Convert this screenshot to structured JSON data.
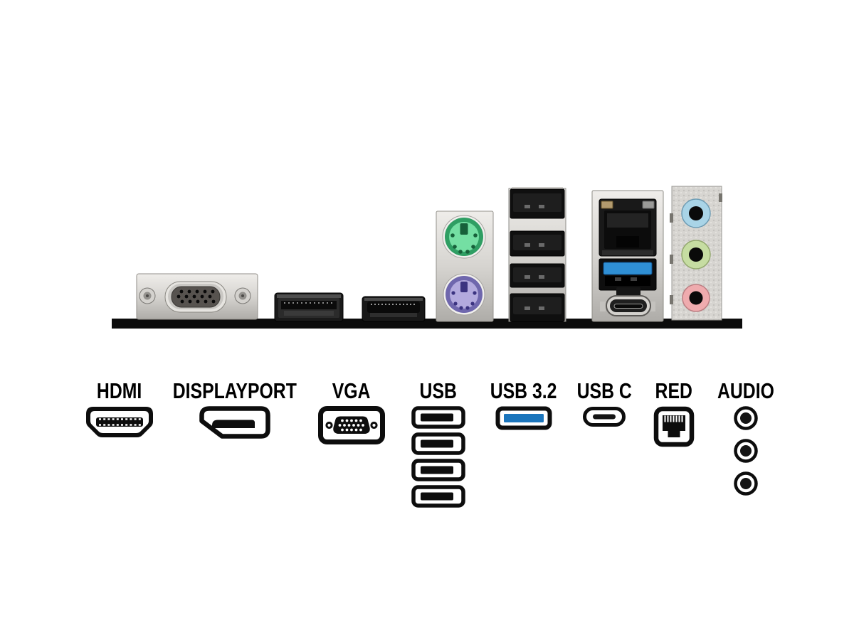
{
  "ports": [
    {
      "label": "HDMI",
      "icon": "hdmi-icon"
    },
    {
      "label": "DISPLAYPORT",
      "icon": "displayport-icon"
    },
    {
      "label": "VGA",
      "icon": "vga-icon"
    },
    {
      "label": "USB",
      "icon": "usb-icon"
    },
    {
      "label": "USB 3.2",
      "icon": "usb32-icon"
    },
    {
      "label": "USB C",
      "icon": "usbc-icon"
    },
    {
      "label": "RED",
      "icon": "rj45-icon"
    },
    {
      "label": "AUDIO",
      "icon": "audio-jacks-icon"
    }
  ],
  "photo": {
    "connectors": [
      "vga-dsub-15",
      "displayport",
      "hdmi",
      "ps2-keyboard-mouse-dual",
      "usb-type-a-stack-4",
      "ethernet-rj45",
      "usb-3-type-a",
      "usb-type-c",
      "audio-jacks-3"
    ]
  },
  "colors": {
    "usb32_blue": "#1b75bc",
    "usb3_tongue_blue": "#2f8fd4",
    "ps2_green_ring": "#2f9e63",
    "ps2_green_face": "#74dfa3",
    "ps2_purple_ring": "#6f67ad",
    "ps2_purple_face": "#b3aade",
    "audio_blue": "#a9d4e7",
    "audio_green": "#c6dda2",
    "audio_pink": "#efabae",
    "label_text": "#000000",
    "pcb_edge": "#0c0c0c",
    "bracket_silver": "#d6d4d0"
  }
}
